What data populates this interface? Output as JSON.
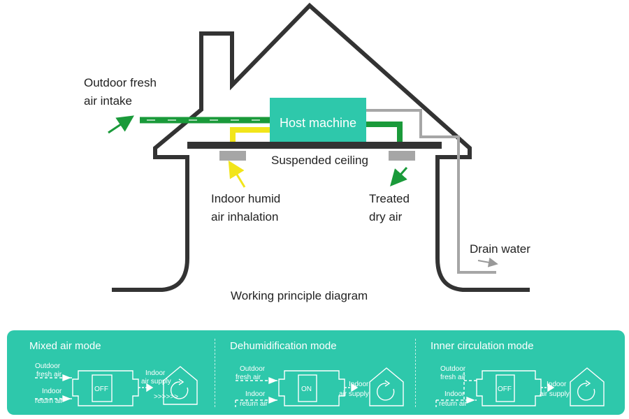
{
  "diagram": {
    "outdoor_label": "Outdoor fresh\nair intake",
    "host_label": "Host machine",
    "ceiling_label": "Suspended ceiling",
    "indoor_label": "Indoor humid\nair inhalation",
    "treated_label": "Treated\ndry air",
    "drain_label": "Drain water",
    "caption": "Working principle diagram"
  },
  "colors": {
    "teal": "#2ec8ab",
    "fresh_air": "#1a9a3a",
    "humid_air": "#f2e51a",
    "drain": "#a6a6a6",
    "outline": "#333333"
  },
  "modes": [
    {
      "title": "Mixed air mode",
      "outdoor_label_1": "Outdoor",
      "outdoor_label_2": "fresh air",
      "return_label_1": "Indoor",
      "return_label_2": "return air",
      "switch_label": "OFF",
      "supply_label_1": "Indoor",
      "supply_label_2": "air supply",
      "chevrons": ">>>>>>"
    },
    {
      "title": "Dehumidification mode",
      "outdoor_label_1": "Outdoor",
      "outdoor_label_2": "fresh air",
      "return_label_1": "Indoor",
      "return_label_2": "return air",
      "switch_label": "ON",
      "supply_label_1": "Indoor",
      "supply_label_2": "air supply"
    },
    {
      "title": "Inner circulation mode",
      "outdoor_label_1": "Outdoor",
      "outdoor_label_2": "fresh air",
      "return_label_1": "Indoor",
      "return_label_2": "return air",
      "switch_label": "OFF",
      "supply_label_1": "Indoor",
      "supply_label_2": "air supply"
    }
  ]
}
